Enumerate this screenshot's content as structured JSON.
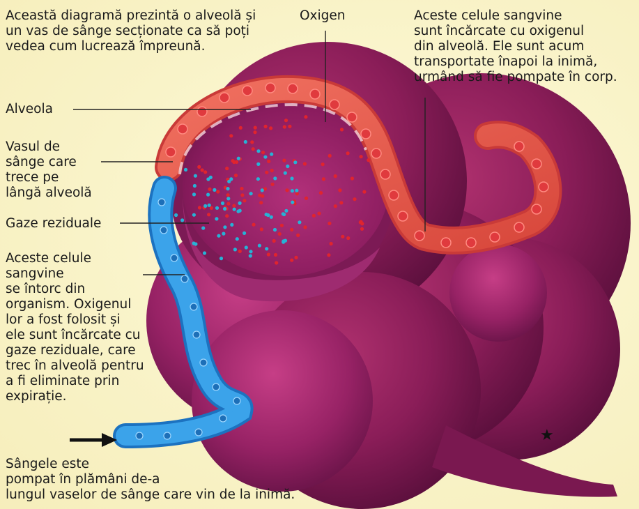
{
  "labels": {
    "intro": "Această diagramă prezintă o alveolă și\nun vas de sânge secționate ca să poți\nvedea cum lucrează împreună.",
    "oxygen": "Oxigen",
    "oxygenated_cells": "Aceste celule sangvine\nsunt încărcate cu oxigenul\ndin alveolă. Ele sunt acum\ntransportate înapoi la inimă,\nurmând să fie pompate în corp.",
    "alveola": "Alveola",
    "vessel": "Vasul de\nsânge care\ntrece pe\nlângă alveolă",
    "waste_gases": "Gaze reziduale",
    "returning_cells": "Aceste celule\nsangvine\nse întorc din\norganism. Oxigenul\nlor a fost folosit și\nele sunt încărcate cu\ngaze reziduale, care\ntrec în alveolă pentru\na fi eliminate prin\nexpirație.",
    "blood_pumped": "Sângele este\npompat în plămâni de-a\nlungul vaselor de sânge care vin de la inimă.",
    "star": "★"
  },
  "colors": {
    "tissue": "#8e1f5c",
    "tissue_dark": "#5e1140",
    "tissue_light": "#c23a82",
    "oxygenated_vessel": "#e8584a",
    "deoxygenated_vessel": "#2f8fd8",
    "oxygen_dot": "#e0242e",
    "waste_dot": "#27b2d6"
  }
}
